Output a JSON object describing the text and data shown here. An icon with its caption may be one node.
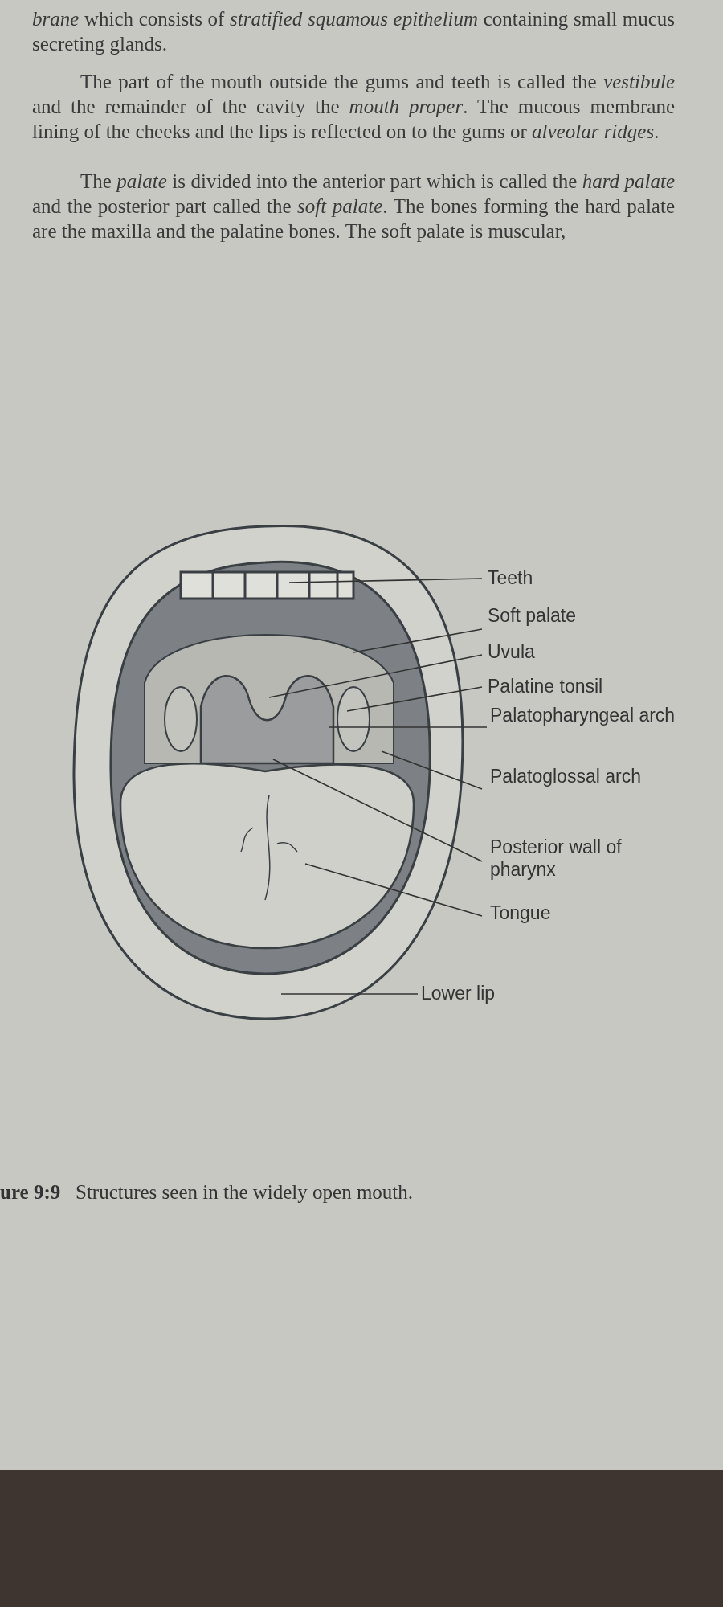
{
  "diagram": {
    "caption": "**ure 9:9** Structures seen in the widely open mouth.",
    "nodes": [
      {
        "text": [
          "Teeth"
        ]
      },
      {
        "text": [
          "Soft palate"
        ]
      },
      {
        "text": [
          "Uvula"
        ]
      },
      {
        "text": [
          "Palatine tonsil"
        ]
      },
      {
        "text": [
          "Palatopharyngeal arch"
        ]
      },
      {
        "text": [
          "Palatoglossal arch"
        ]
      },
      {
        "text": [
          "Posterior wall of pharynx"
        ]
      },
      {
        "text": [
          "Tongue"
        ]
      },
      {
        "text": [
          "Lower lip"
        ]
      }
    ],
    "edges": [
      {
        "from": 0,
        "to": null,
        "arrow": "none"
      },
      {
        "from": 1,
        "to": null,
        "arrow": "none"
      },
      {
        "from": 2,
        "to": null,
        "arrow": "none"
      },
      {
        "from": 3,
        "to": null,
        "arrow": "none"
      },
      {
        "from": 4,
        "to": null,
        "arrow": "none"
      },
      {
        "from": 5,
        "to": null,
        "arrow": "none"
      },
      {
        "from": 6,
        "to": null,
        "arrow": "none"
      },
      {
        "from": 7,
        "to": null,
        "arrow": "none"
      },
      {
        "from": 8,
        "to": null,
        "arrow": "none"
      }
    ],
    "labels": [
      "*brane* which consists of *stratified squamous epithelium* containing small mucus secreting glands.",
      "The part of the mouth outside the gums and teeth is called the *vestibule* and the remainder of the cavity the *mouth proper*. The mucous membrane lining of the cheeks and the lips is reflected on to the gums or *alveolar ridges*.",
      "The *palate* is divided into the anterior part which is called the *hard palate* and the posterior part called the *soft palate*. The bones forming the hard palate are the maxilla and the palatine bones. The soft palate is muscular,"
    ]
  }
}
